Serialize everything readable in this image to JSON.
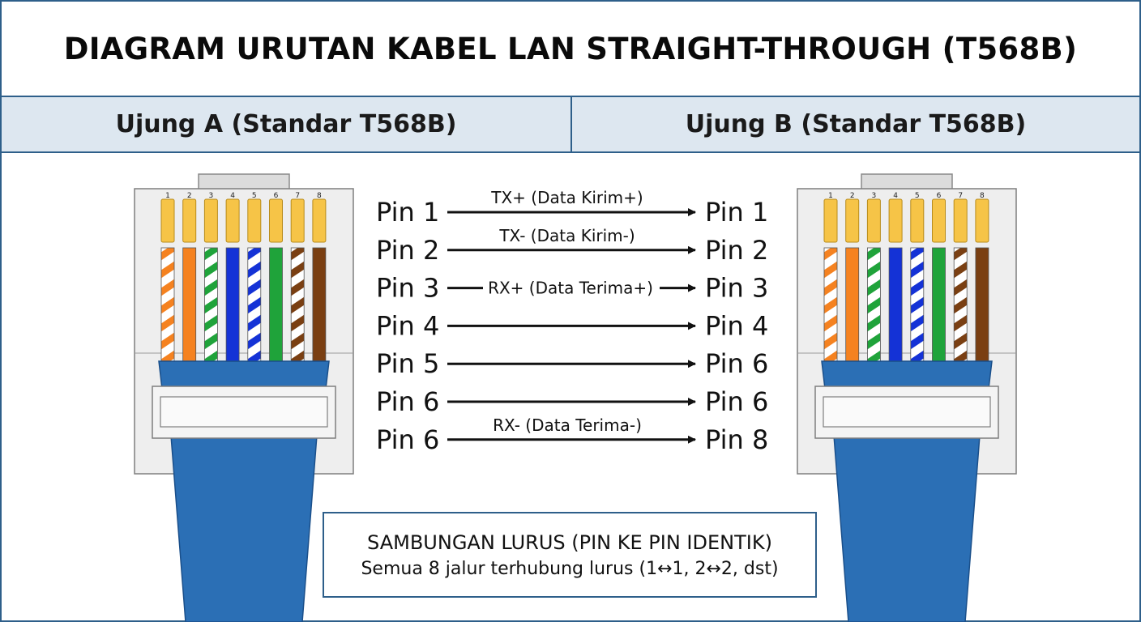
{
  "title": "DIAGRAM URUTAN KABEL LAN STRAIGHT-THROUGH (T568B)",
  "end_a": {
    "label": "Ujung A (Standar T568B)"
  },
  "end_b": {
    "label": "Ujung B (Standar T568B)"
  },
  "pin_numbers": [
    "1",
    "2",
    "3",
    "4",
    "5",
    "6",
    "7",
    "8"
  ],
  "wires": [
    {
      "base": "#f58220",
      "striped": true
    },
    {
      "base": "#f58220",
      "striped": false
    },
    {
      "base": "#1fa33a",
      "striped": true
    },
    {
      "base": "#1432d6",
      "striped": false
    },
    {
      "base": "#1432d6",
      "striped": true
    },
    {
      "base": "#1fa33a",
      "striped": false
    },
    {
      "base": "#7a3f12",
      "striped": true
    },
    {
      "base": "#7a3f12",
      "striped": false
    }
  ],
  "connections": [
    {
      "from": "Pin 1",
      "to": "Pin 1",
      "label": "TX+ (Data Kirim+)",
      "label_style": "above"
    },
    {
      "from": "Pin 2",
      "to": "Pin 2",
      "label": "TX- (Data Kirim-)",
      "label_style": "above"
    },
    {
      "from": "Pin 3",
      "to": "Pin 3",
      "label": "RX+ (Data Terima+)",
      "label_style": "inline"
    },
    {
      "from": "Pin 4",
      "to": "Pin 4",
      "label": "",
      "label_style": "none"
    },
    {
      "from": "Pin 5",
      "to": "Pin 6",
      "label": "",
      "label_style": "none"
    },
    {
      "from": "Pin 6",
      "to": "Pin 6",
      "label": "",
      "label_style": "none"
    },
    {
      "from": "Pin 6",
      "to": "Pin 8",
      "label": "RX- (Data Terima-)",
      "label_style": "above"
    }
  ],
  "summary": {
    "title": "SAMBUNGAN LURUS (PIN KE PIN IDENTIK)",
    "subtitle": "Semua 8 jalur terhubung lurus (1↔1, 2↔2, dst)"
  },
  "colors": {
    "frame": "#2e5f8a",
    "header_bg": "#dde7f0",
    "cable": "#2b6fb5",
    "contact_gold": "#f6c447",
    "arrow": "#111111"
  }
}
